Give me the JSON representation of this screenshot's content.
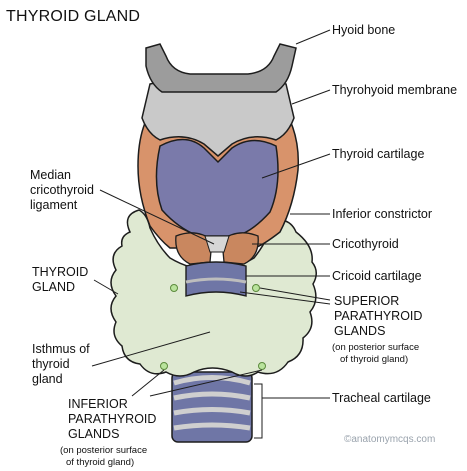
{
  "title": "THYROID GLAND",
  "watermark": "©anatomymcqs.com",
  "labels": {
    "hyoid_bone": "Hyoid bone",
    "thyrohyoid_membrane": "Thyrohyoid membrane",
    "thyroid_cartilage": "Thyroid cartilage",
    "median_cricothyroid": [
      "Median",
      "cricothyroid",
      "ligament"
    ],
    "inferior_constrictor": "Inferior constrictor",
    "cricothyroid": "Cricothyroid",
    "cricoid_cartilage": "Cricoid cartilage",
    "thyroid_gland": [
      "THYROID",
      "GLAND"
    ],
    "superior_parathyroid": [
      "SUPERIOR",
      "PARATHYROID",
      "GLANDS"
    ],
    "superior_note": [
      "(on posterior surface",
      "of thyroid gland)"
    ],
    "isthmus": [
      "Isthmus of",
      "thyroid",
      "gland"
    ],
    "inferior_parathyroid": [
      "INFERIOR",
      "PARATHYROID",
      "GLANDS"
    ],
    "inferior_note": [
      "(on posterior surface",
      "of thyroid gland)"
    ],
    "tracheal_cartilage": "Tracheal cartilage"
  },
  "colors": {
    "hyoid": "#9c9c9c",
    "membrane": "#c9c9c9",
    "thyroid_cartilage": "#7a7aaa",
    "constrictor": "#d8936b",
    "thyroid_gland": "#dfe9d2",
    "parathyroid": "#b9e39c",
    "trachea": "#6f76a6",
    "trachea_ring": "#b5b5b5"
  }
}
